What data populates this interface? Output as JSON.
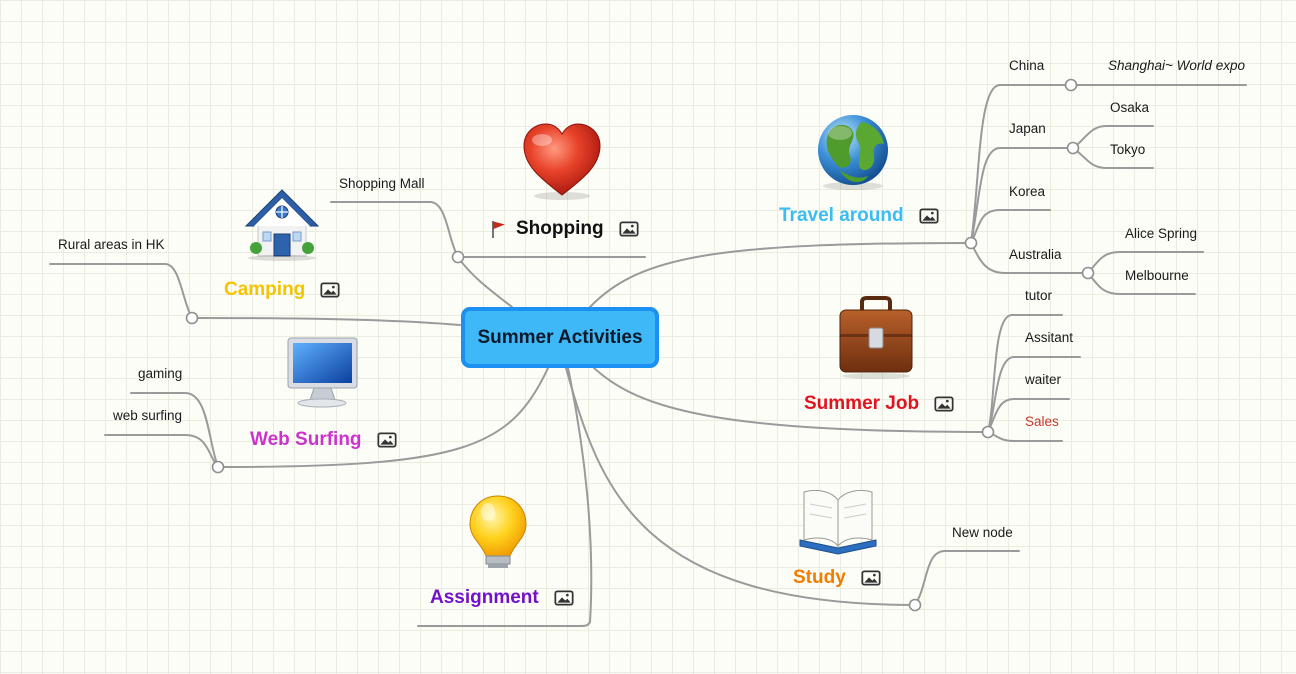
{
  "central": {
    "label": "Summer Activities"
  },
  "colors": {
    "camping": "#f5c400",
    "shopping": "#111111",
    "travel": "#3bbcf2",
    "webSurfing": "#cc33cc",
    "summerJob": "#e0141e",
    "assignment": "#7311c7",
    "study": "#f07d00",
    "sales": "#c0392b"
  },
  "topics": {
    "camping": {
      "label": "Camping",
      "icon": "house-icon",
      "leaves": [
        "Rural areas in HK"
      ]
    },
    "shopping": {
      "label": "Shopping",
      "icon": "heart-icon",
      "marker": "flag-icon",
      "leaves": [
        "Shopping Mall"
      ]
    },
    "travel": {
      "label": "Travel around",
      "icon": "globe-icon",
      "countries": {
        "china": {
          "label": "China",
          "cities": [
            "Shanghai~ World expo"
          ]
        },
        "japan": {
          "label": "Japan",
          "cities": [
            "Osaka",
            "Tokyo"
          ]
        },
        "korea": {
          "label": "Korea"
        },
        "australia": {
          "label": "Australia",
          "cities": [
            "Alice Spring",
            "Melbourne"
          ]
        }
      }
    },
    "webSurfing": {
      "label": "Web Surfing",
      "icon": "monitor-icon",
      "leaves": [
        "gaming",
        "web surfing"
      ]
    },
    "summerJob": {
      "label": "Summer Job",
      "icon": "briefcase-icon",
      "leaves": [
        "tutor",
        "Assitant",
        "waiter",
        "Sales"
      ]
    },
    "assignment": {
      "label": "Assignment",
      "icon": "lightbulb-icon"
    },
    "study": {
      "label": "Study",
      "icon": "book-icon",
      "leaves": [
        "New node"
      ]
    }
  }
}
